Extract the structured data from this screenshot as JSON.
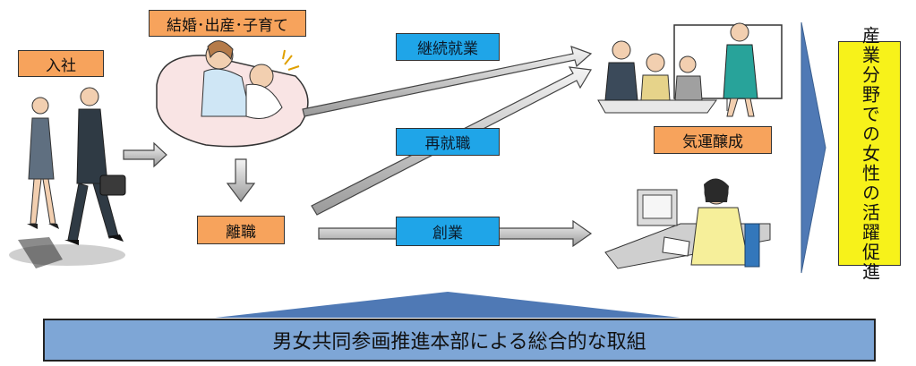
{
  "labels": {
    "entry": "入社",
    "life_events": "結婚･出産･子育て",
    "continued_work": "継続就業",
    "reemployment": "再就職",
    "leave_job": "離職",
    "startup": "創業",
    "momentum": "気運醸成",
    "goal": "産業分野での女性の活躍促進",
    "headquarters": "男女共同参画推進本部による総合的な取組"
  },
  "colors": {
    "orange": "#f7a35c",
    "blue": "#1fa5e8",
    "yellow": "#f7f21a",
    "banner": "#7ea6d6",
    "big_arrow": "#4f79b5"
  }
}
